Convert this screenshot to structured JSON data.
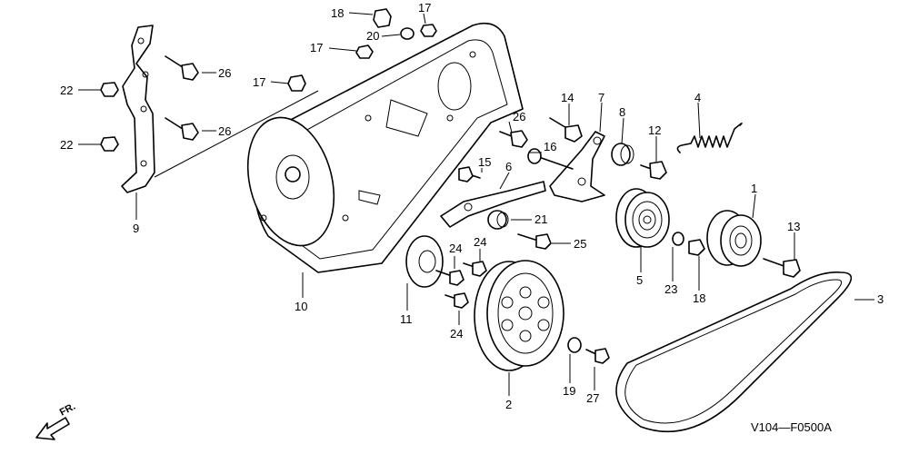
{
  "diagram_code": "V104—F0500A",
  "direction_label": "FR.",
  "callouts": {
    "c1": "1",
    "c2": "2",
    "c3": "3",
    "c4": "4",
    "c5": "5",
    "c6": "6",
    "c7": "7",
    "c8": "8",
    "c9": "9",
    "c10": "10",
    "c11": "11",
    "c12": "12",
    "c13": "13",
    "c14": "14",
    "c15": "15",
    "c16": "16",
    "c17a": "17",
    "c17b": "17",
    "c17c": "17",
    "c18a": "18",
    "c18b": "18",
    "c19": "19",
    "c20": "20",
    "c21": "21",
    "c22a": "22",
    "c22b": "22",
    "c23": "23",
    "c24a": "24",
    "c24b": "24",
    "c24c": "24",
    "c25": "25",
    "c26a": "26",
    "c26b": "26",
    "c26c": "26",
    "c27": "27"
  }
}
